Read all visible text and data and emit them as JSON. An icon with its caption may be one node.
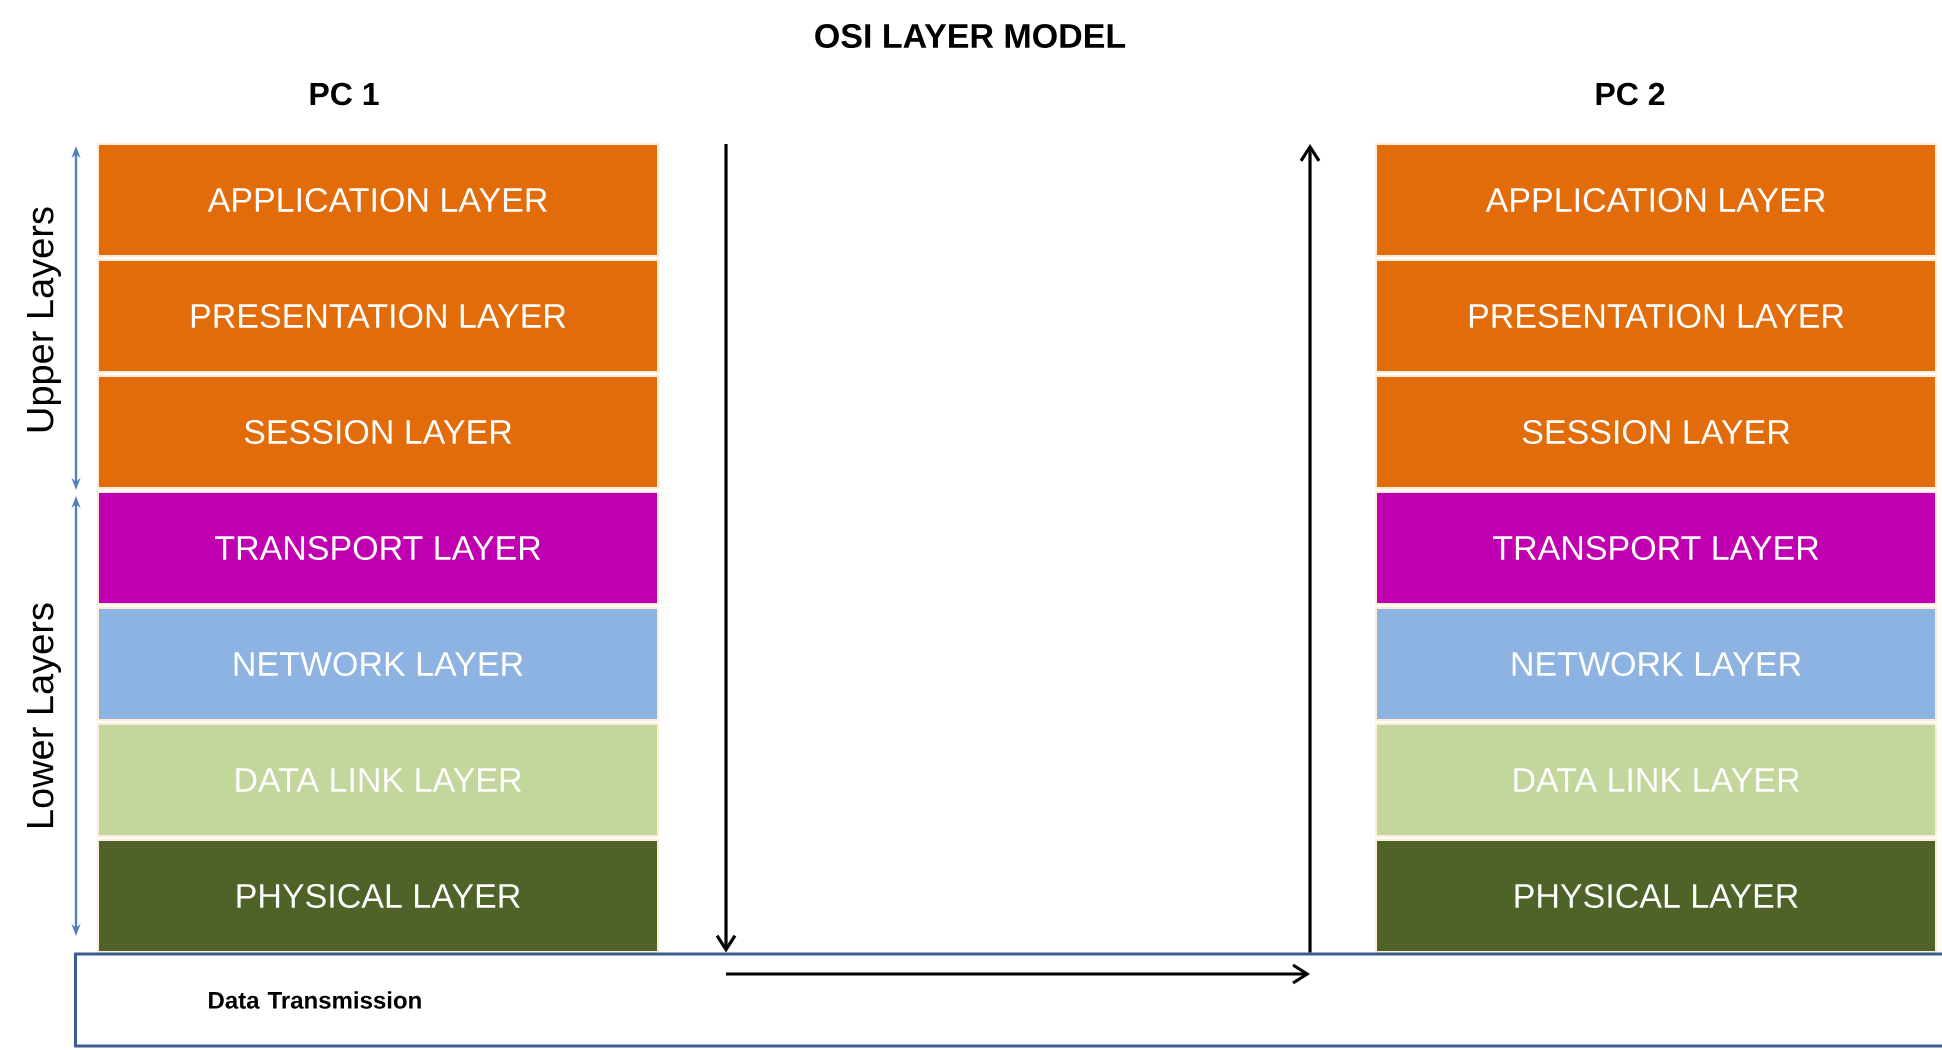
{
  "diagram": {
    "title": "OSI LAYER MODEL",
    "nodes": [
      {
        "text": [
          "APPLICATION LAYER"
        ]
      },
      {
        "text": [
          "PRESENTATION LAYER"
        ]
      },
      {
        "text": [
          "SESSION LAYER"
        ]
      },
      {
        "text": [
          "TRANSPORT LAYER"
        ]
      },
      {
        "text": [
          "NETWORK LAYER"
        ]
      },
      {
        "text": [
          "DATA LINK LAYER"
        ]
      },
      {
        "text": [
          "PHYSICAL LAYER"
        ]
      },
      {
        "text": [
          "APPLICATION LAYER"
        ]
      },
      {
        "text": [
          "PRESENTATION LAYER"
        ]
      },
      {
        "text": [
          "SESSION LAYER"
        ]
      },
      {
        "text": [
          "TRANSPORT LAYER"
        ]
      },
      {
        "text": [
          "NETWORK LAYER"
        ]
      },
      {
        "text": [
          "DATA LINK LAYER"
        ]
      },
      {
        "text": [
          "PHYSICAL LAYER"
        ]
      },
      {
        "text": [
          "Data Transmission"
        ]
      }
    ],
    "edges": [
      {
        "from": null,
        "to": 14,
        "arrow": "to"
      },
      {
        "from": 14,
        "to": null,
        "arrow": "to"
      }
    ],
    "labels": [
      "PC 1",
      "PC 2",
      "Upper Layers",
      "Lower Layers"
    ]
  }
}
